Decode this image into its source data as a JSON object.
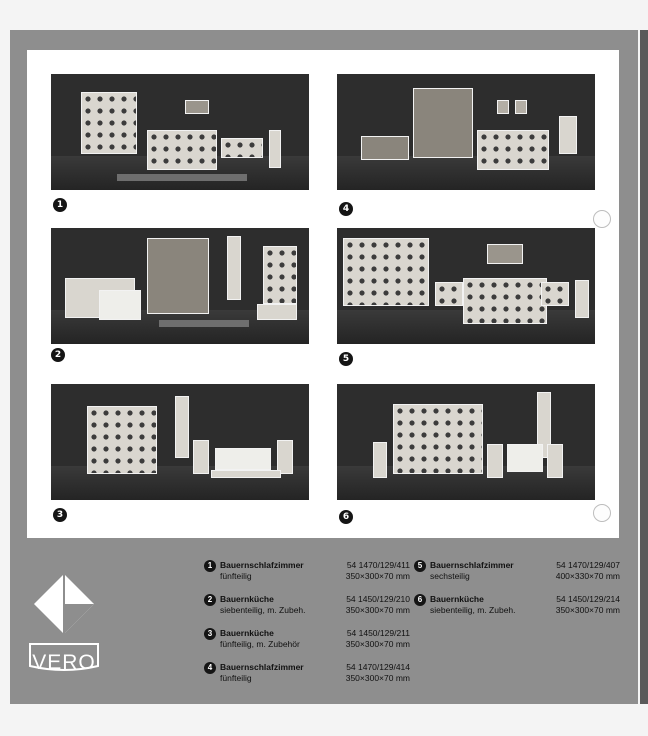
{
  "catalog": {
    "badges": [
      "1",
      "2",
      "3",
      "4",
      "5",
      "6"
    ]
  },
  "legend": [
    {
      "num": "1",
      "name": "Bauernschlafzimmer",
      "article": "54 1470/129/411",
      "description": "fünfteilig",
      "dimensions": "350×300×70 mm"
    },
    {
      "num": "2",
      "name": "Bauernküche",
      "article": "54 1450/129/210",
      "description": "siebenteilig, m. Zubeh.",
      "dimensions": "350×300×70 mm"
    },
    {
      "num": "3",
      "name": "Bauernküche",
      "article": "54 1450/129/211",
      "description": "fünfteilig, m. Zubehör",
      "dimensions": "350×300×70 mm"
    },
    {
      "num": "4",
      "name": "Bauernschlafzimmer",
      "article": "54 1470/129/414",
      "description": "fünfteilig",
      "dimensions": "350×300×70 mm"
    },
    {
      "num": "5",
      "name": "Bauernschlafzimmer",
      "article": "54 1470/129/407",
      "description": "sechsteilig",
      "dimensions": "400×330×70 mm"
    },
    {
      "num": "6",
      "name": "Bauernküche",
      "article": "54 1450/129/214",
      "description": "siebenteilig, m. Zubeh.",
      "dimensions": "350×300×70 mm"
    }
  ],
  "logo": {
    "text": "VERO"
  }
}
